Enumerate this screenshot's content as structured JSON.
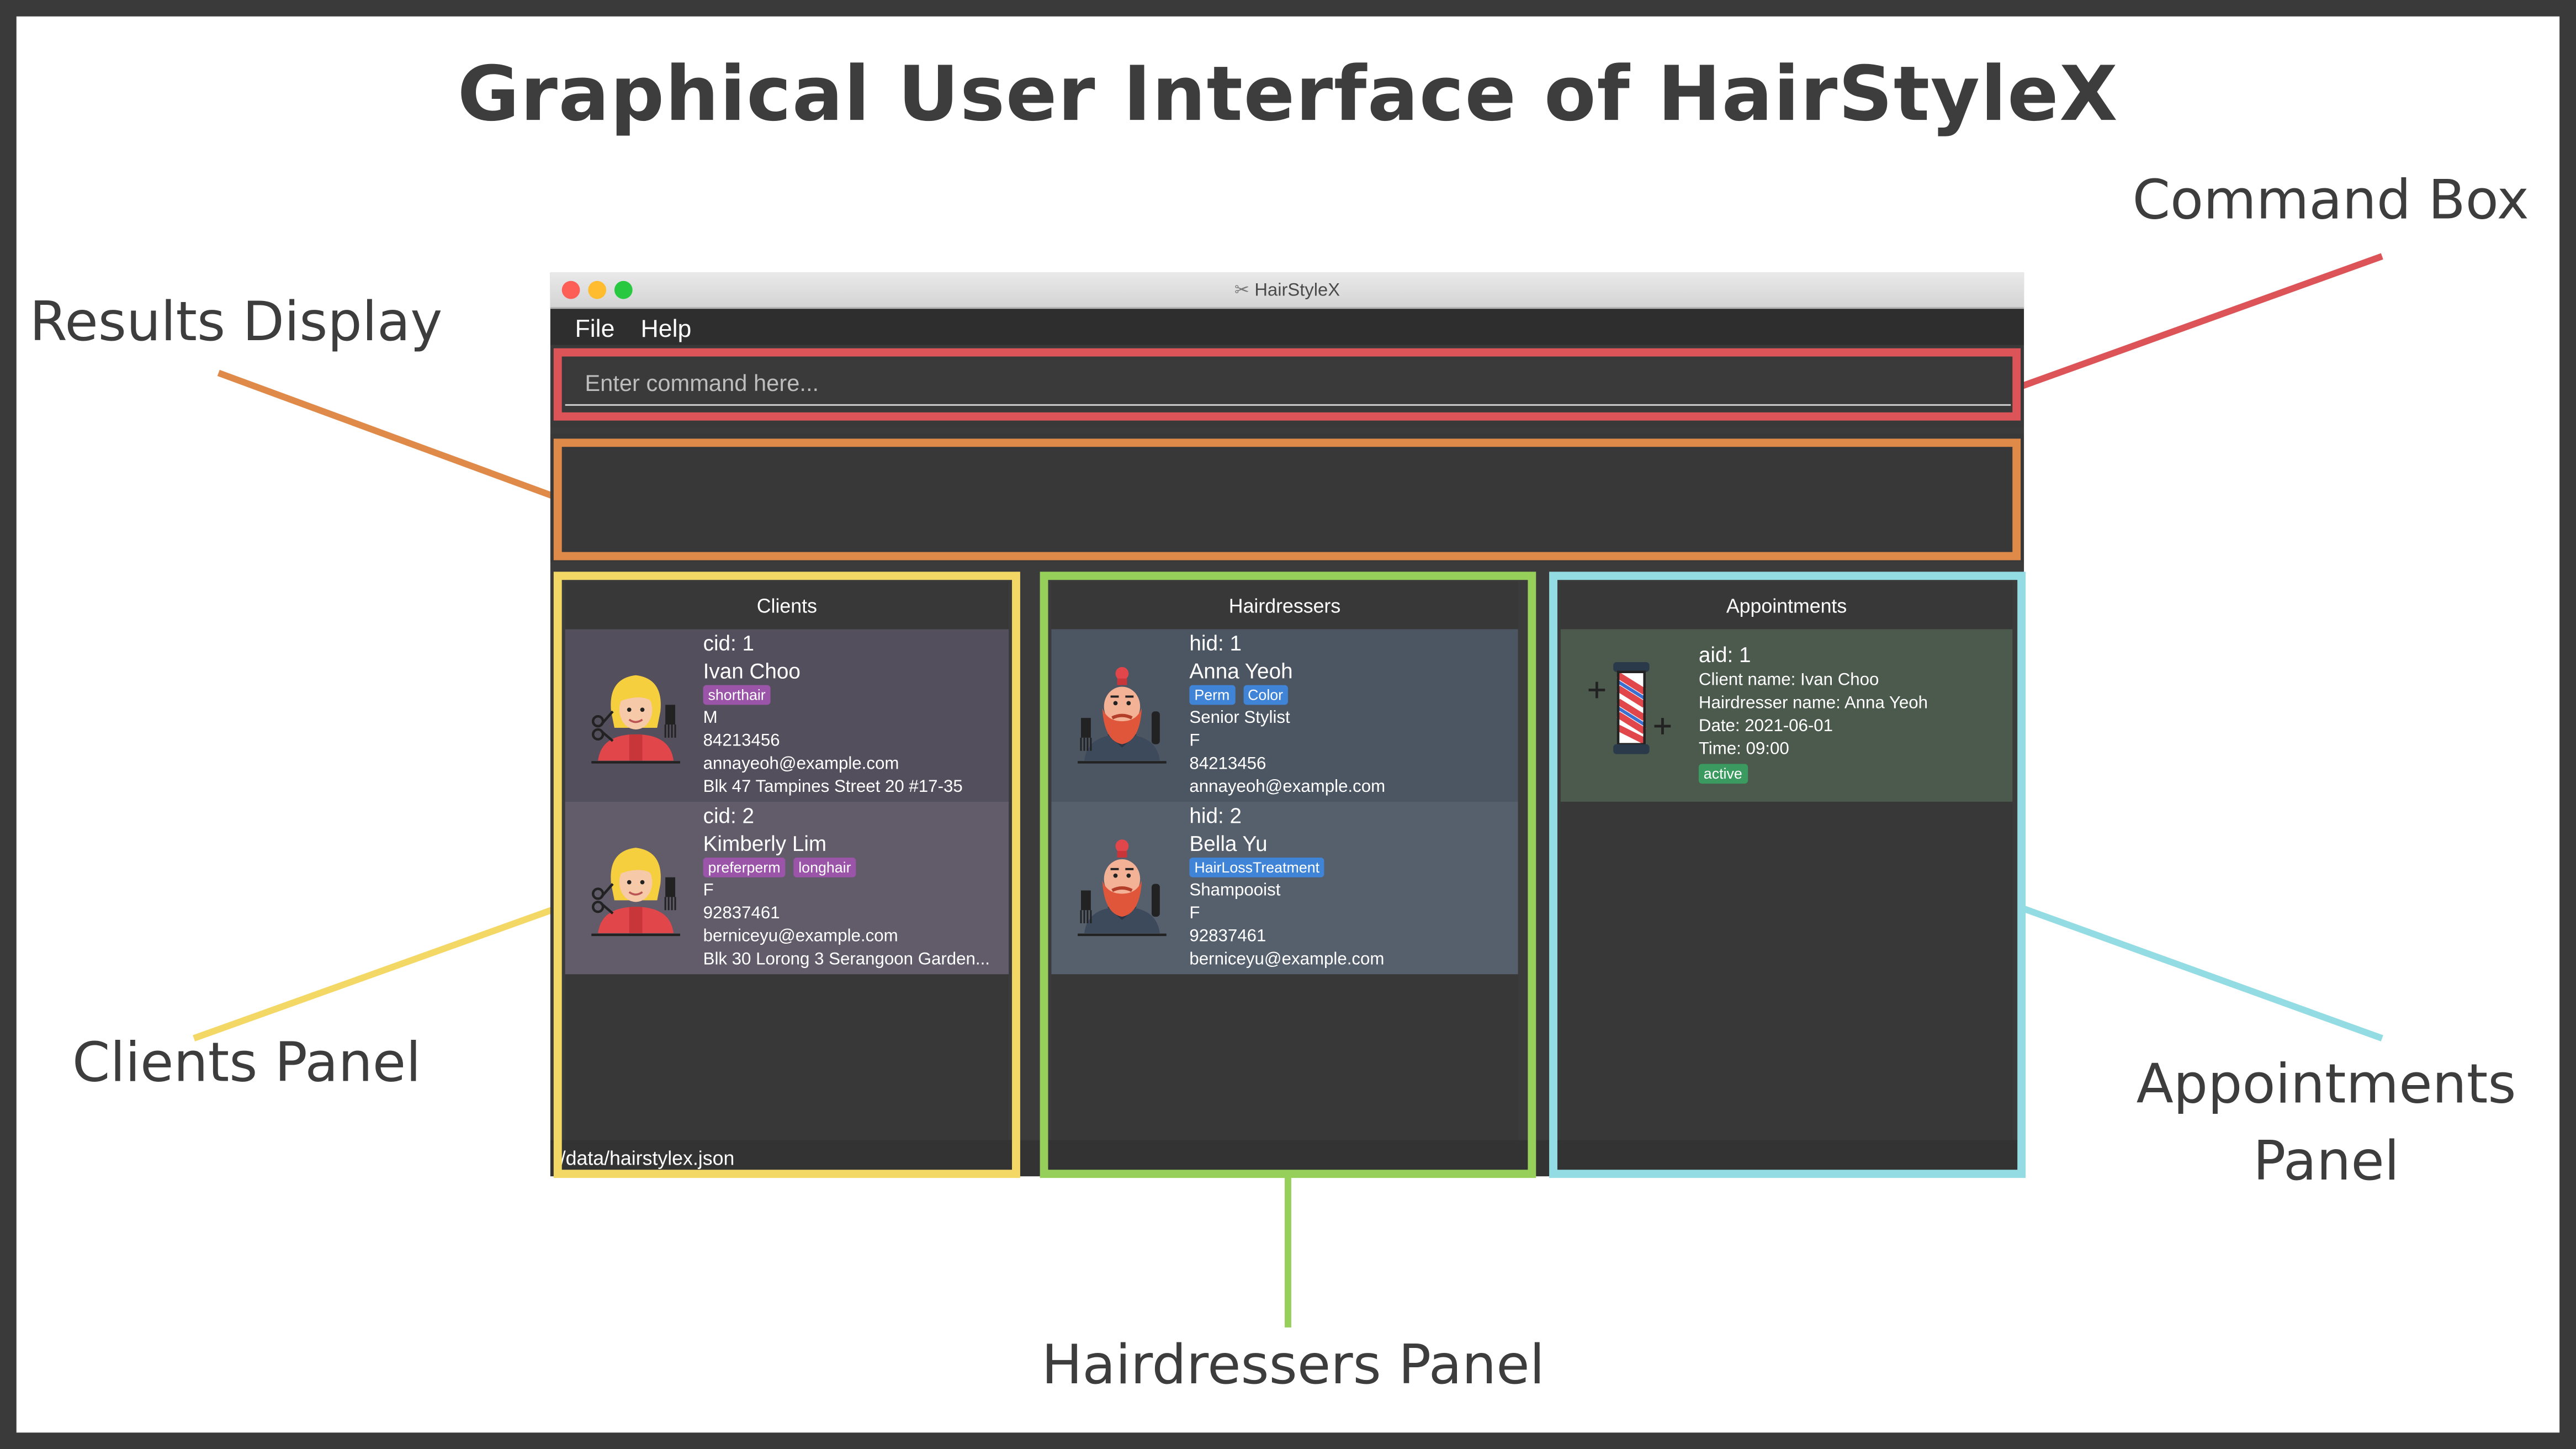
{
  "title": "Graphical User Interface of HairStyleX",
  "callouts": {
    "command_box": "Command Box",
    "results_display": "Results Display",
    "clients_panel": "Clients Panel",
    "hairdressers_panel": "Hairdressers Panel",
    "appointments_panel_line1": "Appointments",
    "appointments_panel_line2": "Panel"
  },
  "colors": {
    "command_box": "#dc5458",
    "results_display": "#e08a4a",
    "clients_panel": "#f4d865",
    "hairdressers_panel": "#96d05a",
    "appointments_panel": "#94dce3"
  },
  "app": {
    "window_title": "HairStyleX",
    "menu": {
      "file": "File",
      "help": "Help"
    },
    "command_placeholder": "Enter command here...",
    "status_path": "/data/hairstylex.json",
    "clients": {
      "header": "Clients",
      "items": [
        {
          "id": "cid: 1",
          "name": "Ivan Choo",
          "tags": [
            "shorthair"
          ],
          "gender": "M",
          "phone": "84213456",
          "email": "annayeoh@example.com",
          "address": "Blk 47 Tampines Street 20 #17-35"
        },
        {
          "id": "cid: 2",
          "name": "Kimberly Lim",
          "tags": [
            "preferperm",
            "longhair"
          ],
          "gender": "F",
          "phone": "92837461",
          "email": "berniceyu@example.com",
          "address": "Blk 30 Lorong 3 Serangoon Garden..."
        }
      ]
    },
    "hairdressers": {
      "header": "Hairdressers",
      "items": [
        {
          "id": "hid: 1",
          "name": "Anna Yeoh",
          "tags": [
            "Perm",
            "Color"
          ],
          "title": "Senior Stylist",
          "gender": "F",
          "phone": "84213456",
          "email": "annayeoh@example.com"
        },
        {
          "id": "hid: 2",
          "name": "Bella Yu",
          "tags": [
            "HairLossTreatment"
          ],
          "title": "Shampooist",
          "gender": "F",
          "phone": "92837461",
          "email": "berniceyu@example.com"
        }
      ]
    },
    "appointments": {
      "header": "Appointments",
      "items": [
        {
          "id": "aid: 1",
          "client": "Client name:  Ivan Choo",
          "hairdresser": "Hairdresser name: Anna Yeoh",
          "date": "Date: 2021-06-01",
          "time": "Time: 09:00",
          "status": "active"
        }
      ]
    }
  }
}
